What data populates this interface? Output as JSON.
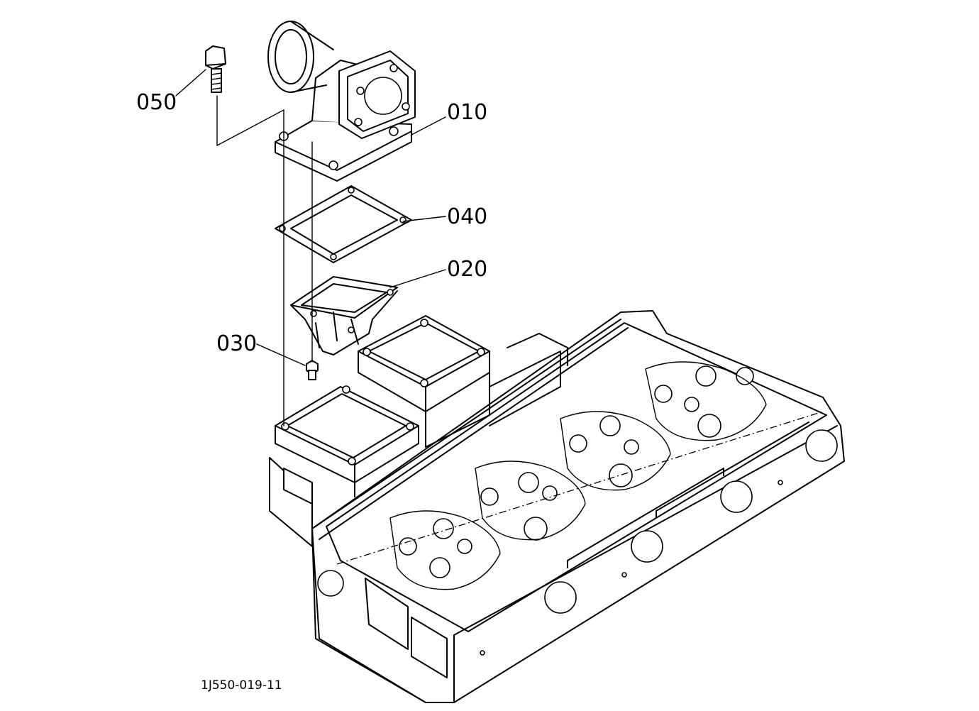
{
  "diagram": {
    "parts": [
      {
        "id": "p010",
        "label": "010"
      },
      {
        "id": "p040",
        "label": "040"
      },
      {
        "id": "p020",
        "label": "020"
      },
      {
        "id": "p030",
        "label": "030"
      },
      {
        "id": "p050",
        "label": "050"
      }
    ],
    "reference_code": "1J550-019-11"
  }
}
